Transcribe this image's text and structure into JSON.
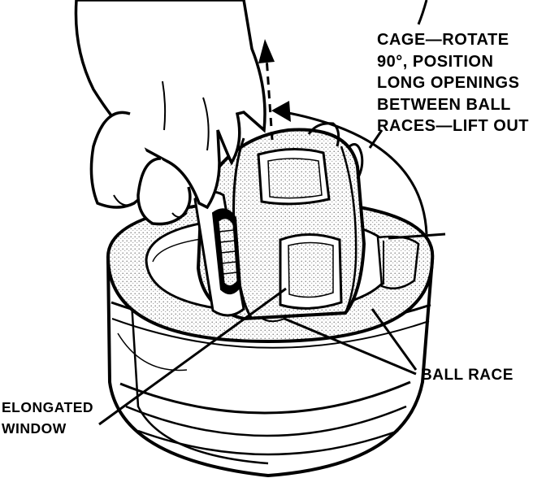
{
  "labels": {
    "cage_instruction": [
      "CAGE—ROTATE",
      "90°, POSITION",
      "LONG OPENINGS",
      "BETWEEN BALL",
      "RACES—LIFT OUT"
    ],
    "ball_race": "BALL RACE",
    "elongated_window": [
      "ELONGATED",
      "WINDOW"
    ]
  },
  "colors": {
    "ink": "#000000",
    "stipple": "#9a9a9a",
    "paper": "#ffffff"
  }
}
